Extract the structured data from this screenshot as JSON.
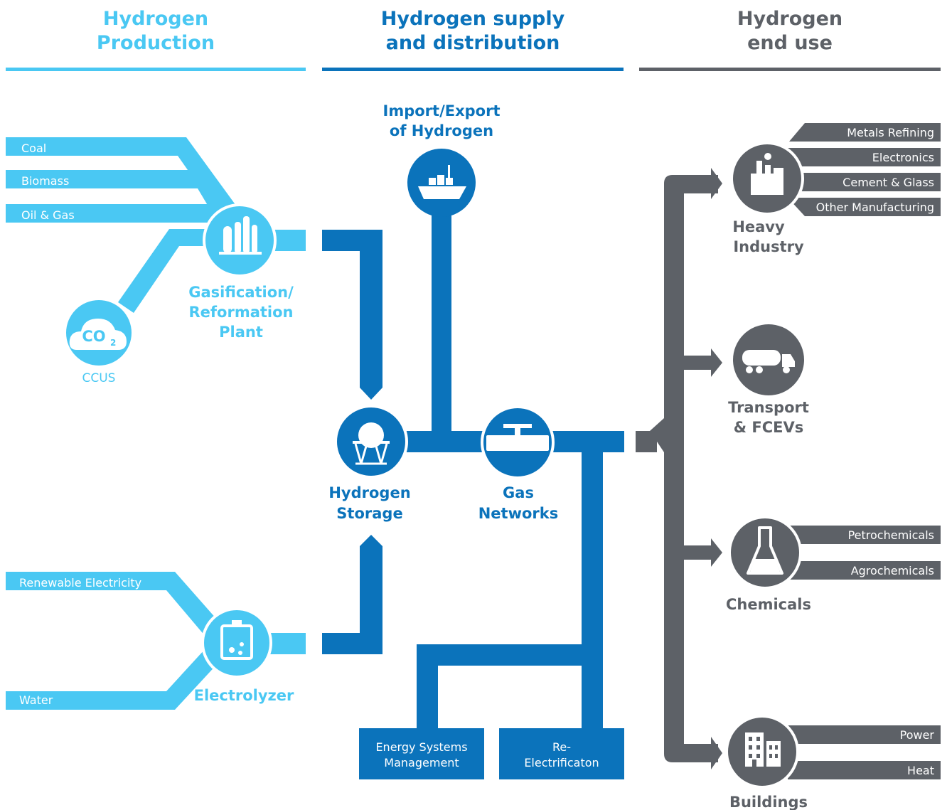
{
  "colors": {
    "production": "#4ac8f3",
    "supply": "#0b73bb",
    "end_use": "#5d6167"
  },
  "headers": {
    "production": [
      "Hydrogen",
      "Production"
    ],
    "supply": [
      "Hydrogen supply",
      "and distribution"
    ],
    "end_use": [
      "Hydrogen",
      "end use"
    ]
  },
  "production": {
    "inputs_top": [
      "Coal",
      "Biomass",
      "Oil & Gas"
    ],
    "gasification_label": [
      "Gasification/",
      "Reformation",
      "Plant"
    ],
    "ccus_icon_text": "CO",
    "ccus_icon_sub": "2",
    "ccus_label": "CCUS",
    "inputs_bottom": [
      "Renewable Electricity",
      "Water"
    ],
    "electrolyzer_label": "Electrolyzer"
  },
  "supply": {
    "import_label": [
      "Import/Export",
      "of Hydrogen"
    ],
    "storage_label": [
      "Hydrogen",
      "Storage"
    ],
    "networks_label": [
      "Gas",
      "Networks"
    ],
    "energy_systems": [
      "Energy Systems",
      "Management"
    ],
    "re_electrification": [
      "Re-",
      "Electrificaton"
    ]
  },
  "end_use": {
    "heavy_industry": {
      "label": [
        "Heavy",
        "Industry"
      ],
      "items": [
        "Metals Refining",
        "Electronics",
        "Cement & Glass",
        "Other Manufacturing"
      ]
    },
    "transport": {
      "label": [
        "Transport",
        "& FCEVs"
      ]
    },
    "chemicals": {
      "label": [
        "Chemicals"
      ],
      "items": [
        "Petrochemicals",
        "Agrochemicals"
      ]
    },
    "buildings": {
      "label": [
        "Buildings"
      ],
      "items": [
        "Power",
        "Heat"
      ]
    }
  }
}
